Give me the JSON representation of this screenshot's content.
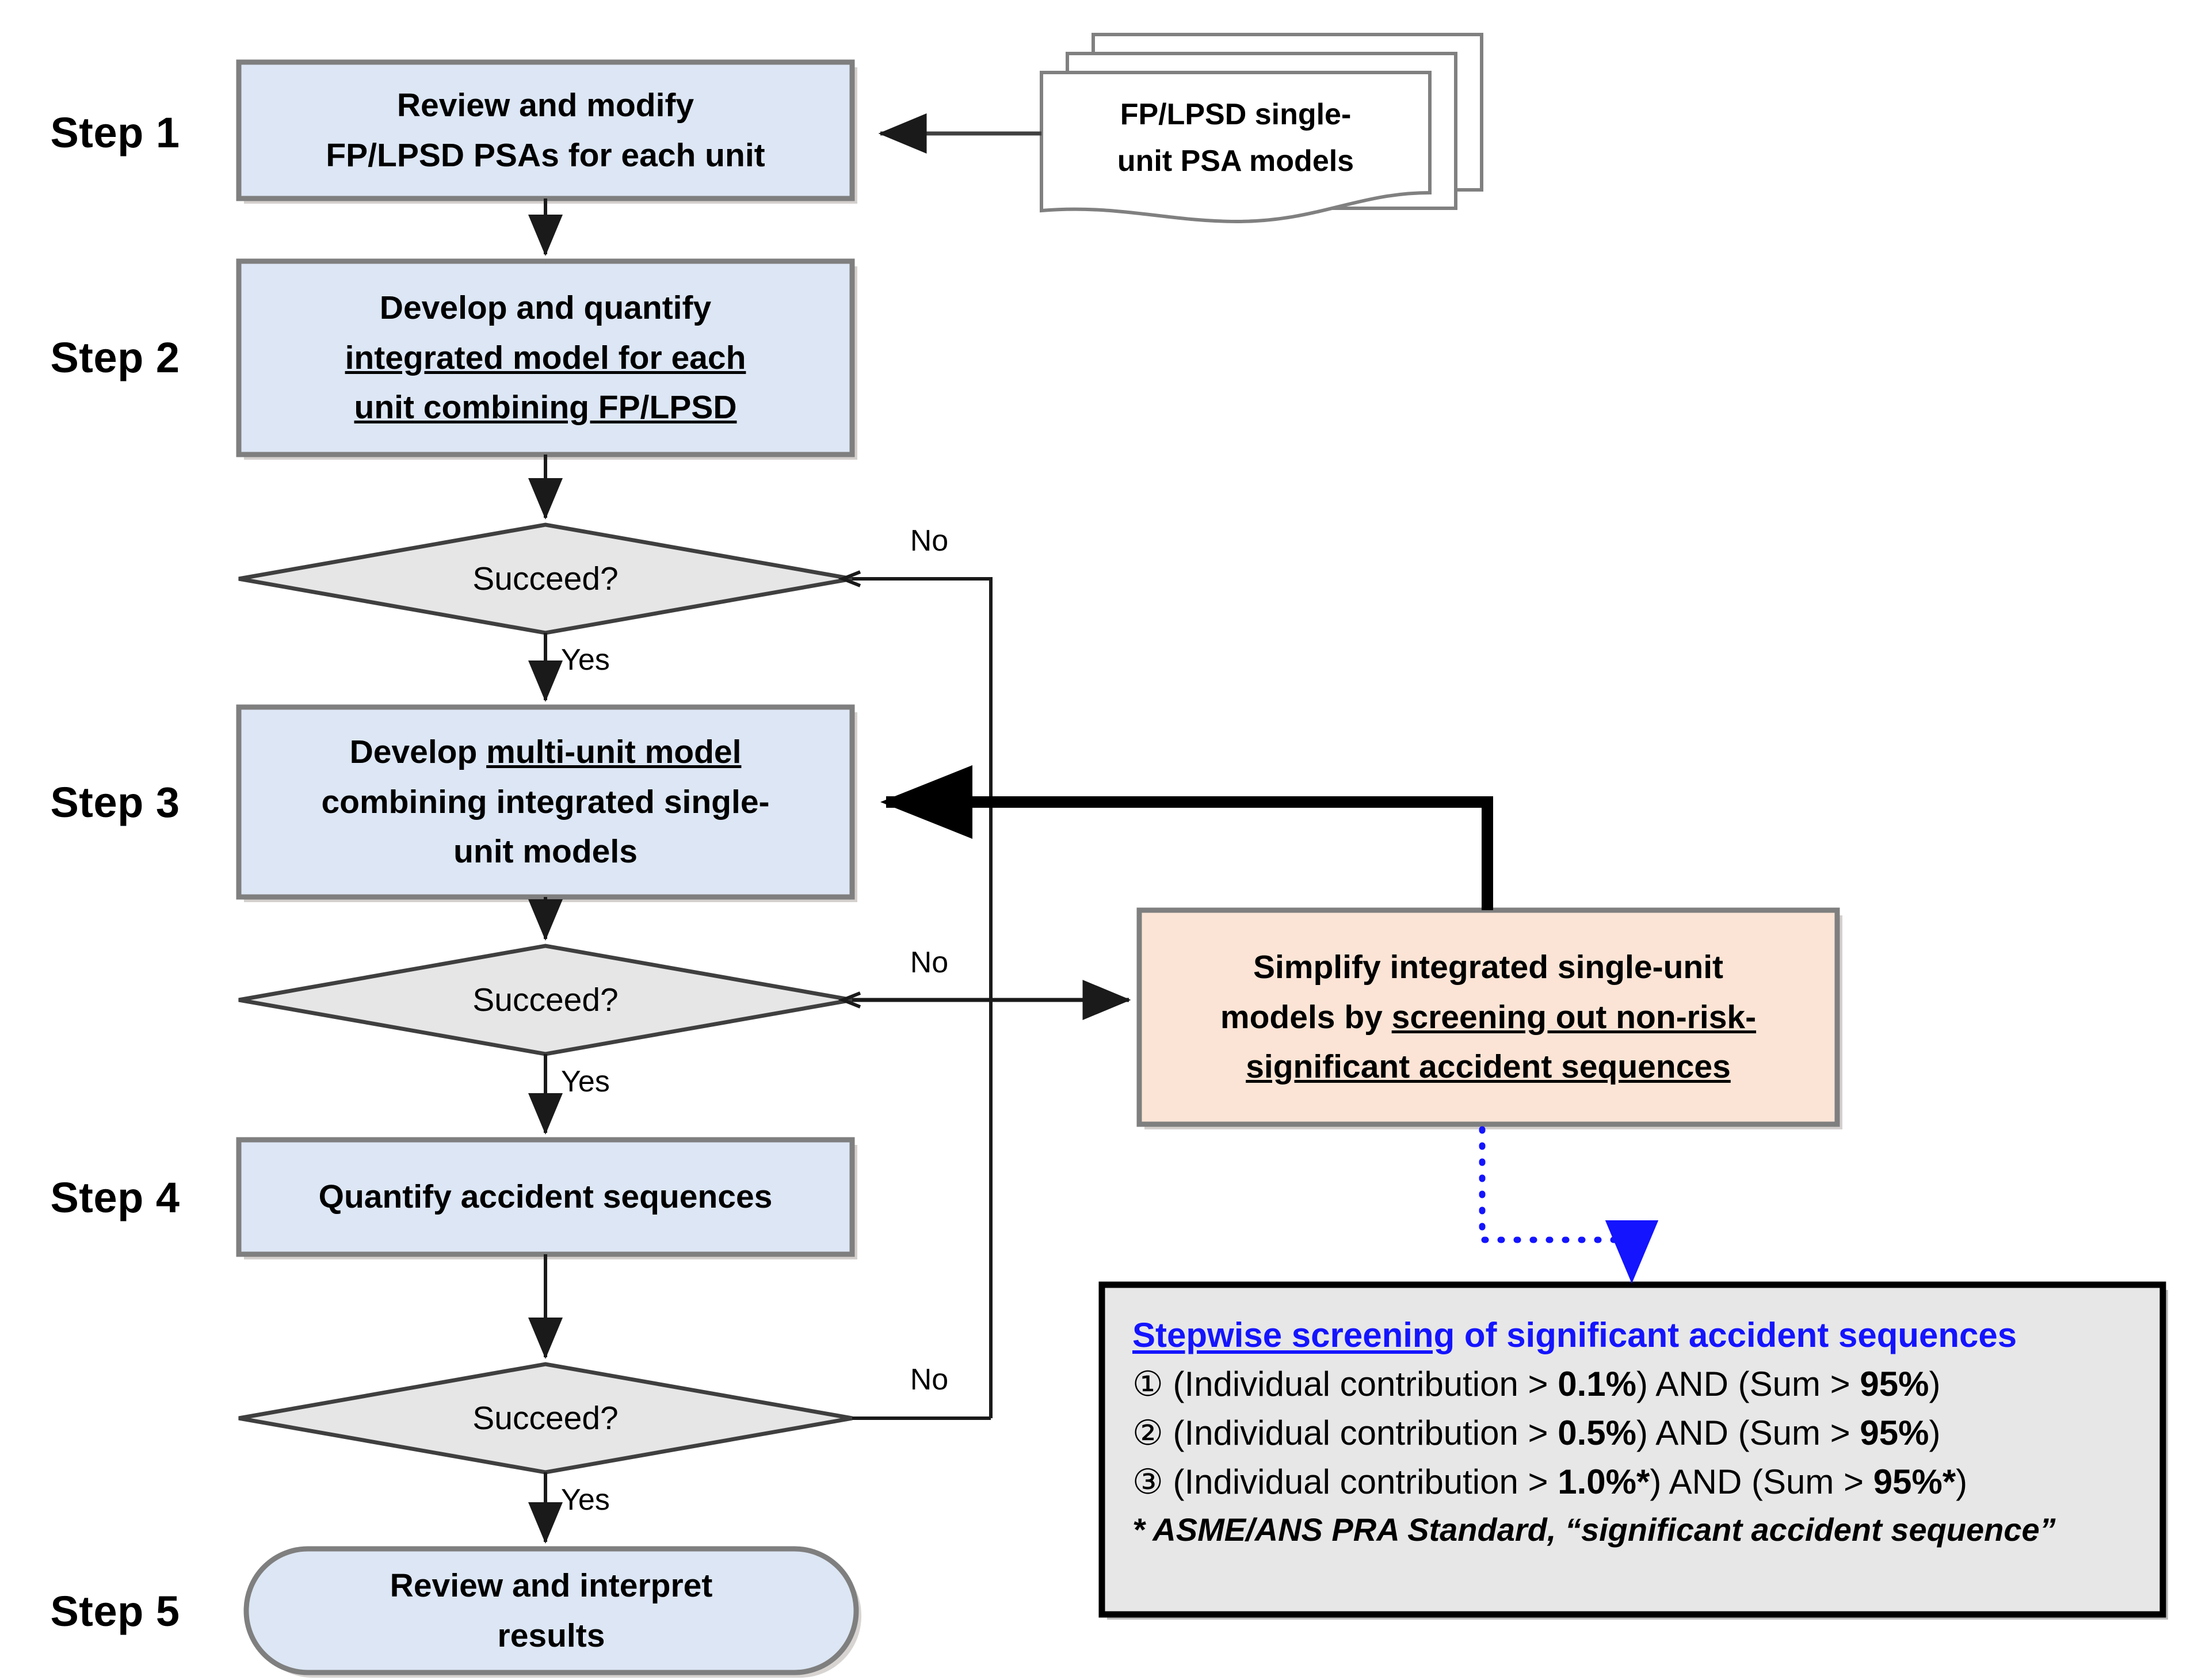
{
  "diagram": {
    "title": "Multi-unit PSA development flowchart",
    "colors": {
      "process_fill": "#dce6f4",
      "process_border": "#7f7f7f",
      "decision_fill": "#e6e6e6",
      "decision_border": "#3f3f3f",
      "simplify_fill": "#fbe4d5",
      "simplify_border": "#7f7f7f",
      "screening_fill": "#e7e7e7",
      "screening_border": "#000000",
      "accent_blue": "#1414ff",
      "line": "#404040"
    },
    "step_labels": [
      {
        "id": "step-1",
        "text": "Step 1"
      },
      {
        "id": "step-2",
        "text": "Step 2"
      },
      {
        "id": "step-3",
        "text": "Step 3"
      },
      {
        "id": "step-4",
        "text": "Step 4"
      },
      {
        "id": "step-5",
        "text": "Step 5"
      }
    ],
    "nodes": {
      "step1": {
        "line1": "Review and modify",
        "line2": "FP/LPSD PSAs for each unit"
      },
      "step2": {
        "line1": "Develop and quantify",
        "line2": "integrated model for each",
        "line3": "unit combining FP/LPSD"
      },
      "step3": {
        "line1a": "Develop ",
        "line1b": "multi-unit model",
        "line2": "combining integrated single-",
        "line3": "unit models"
      },
      "step4": {
        "line1": "Quantify accident sequences"
      },
      "step5": {
        "line1": "Review and interpret",
        "line2": "results"
      },
      "input_doc": {
        "line1": "FP/LPSD single-",
        "line2": "unit PSA models"
      },
      "simplify": {
        "line1": "Simplify integrated single-unit",
        "line2a": "models by ",
        "line2b": "screening out non-risk-",
        "line3": "significant accident sequences"
      },
      "decision1": {
        "text": "Succeed?"
      },
      "decision2": {
        "text": "Succeed?"
      },
      "decision3": {
        "text": "Succeed?"
      }
    },
    "edge_labels": {
      "no1": "No",
      "yes1": "Yes",
      "no2": "No",
      "yes2": "Yes",
      "no3": "No",
      "yes3": "Yes"
    },
    "screening_box": {
      "title_underlined": "Stepwise screening",
      "title_rest": " of significant accident sequences",
      "criteria": [
        {
          "marker": "①",
          "pre": " (Individual contribution > ",
          "threshold": "0.1%",
          "mid": ") AND (Sum > ",
          "sum": "95%",
          "post": ")"
        },
        {
          "marker": "②",
          "pre": " (Individual contribution > ",
          "threshold": "0.5%",
          "mid": ") AND (Sum > ",
          "sum": "95%",
          "post": ")"
        },
        {
          "marker": "③",
          "pre": " (Individual contribution > ",
          "threshold": "1.0%*",
          "mid": ") AND (Sum > ",
          "sum": "95%*",
          "post": ")"
        }
      ],
      "footnote": "* ASME/ANS PRA Standard, “significant accident sequence”"
    }
  }
}
